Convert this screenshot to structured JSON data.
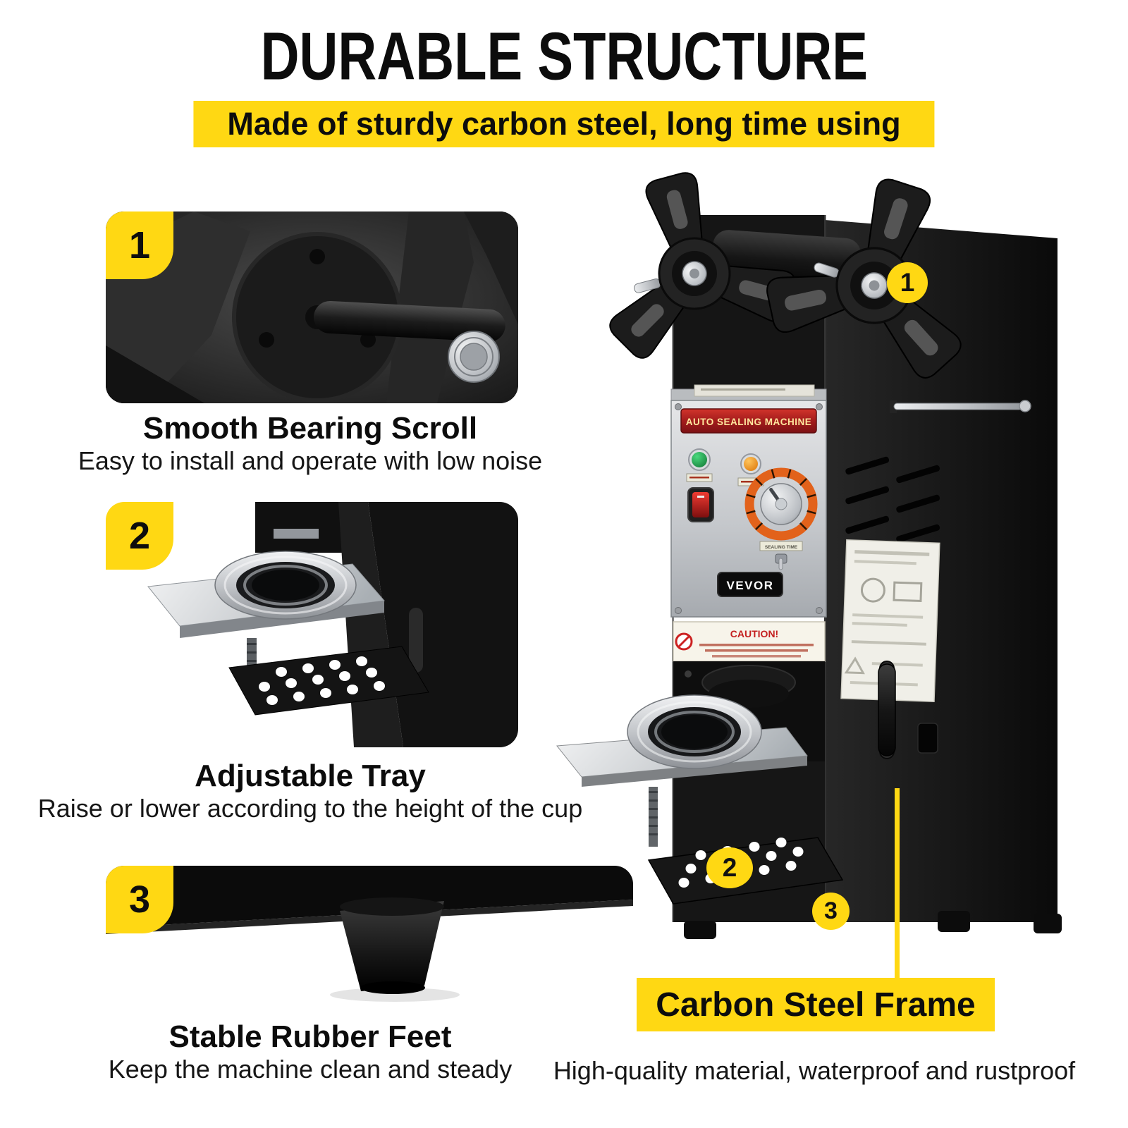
{
  "header": {
    "title": "DURABLE STRUCTURE",
    "banner": "Made of sturdy carbon steel, long time using"
  },
  "features": [
    {
      "number": "1",
      "title": "Smooth Bearing Scroll",
      "description": "Easy to install and operate with low noise"
    },
    {
      "number": "2",
      "title": "Adjustable Tray",
      "description": "Raise or lower according to the height of the cup"
    },
    {
      "number": "3",
      "title": "Stable Rubber Feet",
      "description": "Keep the machine clean and steady"
    }
  ],
  "machine": {
    "panel_title": "AUTO SEALING MACHINE",
    "brand": "VEVOR",
    "caution_label": "CAUTION!",
    "knob_label": "SEALING TIME",
    "markers": [
      {
        "number": "1"
      },
      {
        "number": "2"
      },
      {
        "number": "3"
      }
    ]
  },
  "frame_callout": {
    "title": "Carbon Steel Frame",
    "description": "High-quality material, waterproof and rustproof"
  },
  "colors": {
    "accent_yellow": "#FFD813",
    "text_black": "#111111",
    "banner_red": "#A31C1C"
  }
}
